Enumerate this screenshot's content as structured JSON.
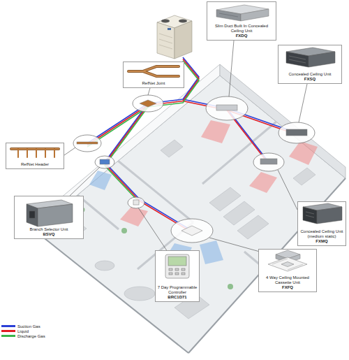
{
  "diagram": {
    "nodes": [
      {
        "text": [
          "Slim Duct Built In Concealed Ceiling Unit",
          "FXDQ"
        ]
      },
      {
        "text": [
          "Concealed Ceiling Unit",
          "FXSQ"
        ]
      },
      {
        "text": [
          "RefNet Joint"
        ]
      },
      {
        "text": [
          "RefNet Header"
        ]
      },
      {
        "text": [
          "Branch Selector Unit",
          "BSVQ"
        ]
      },
      {
        "text": [
          "Concealed Ceiling Unit (medium static)",
          "FXMQ"
        ]
      },
      {
        "text": [
          "4 Way Ceiling Mounted Cassette Unit",
          "FXFQ"
        ]
      },
      {
        "text": [
          "7 Day Programmable Controller",
          "BRC1D71"
        ]
      }
    ],
    "legend": [
      {
        "text": "Suction Gas",
        "color": "#2b3fd6"
      },
      {
        "text": "Liquid",
        "color": "#e21d24"
      },
      {
        "text": "Discharge Gas",
        "color": "#3bb54a"
      }
    ]
  }
}
